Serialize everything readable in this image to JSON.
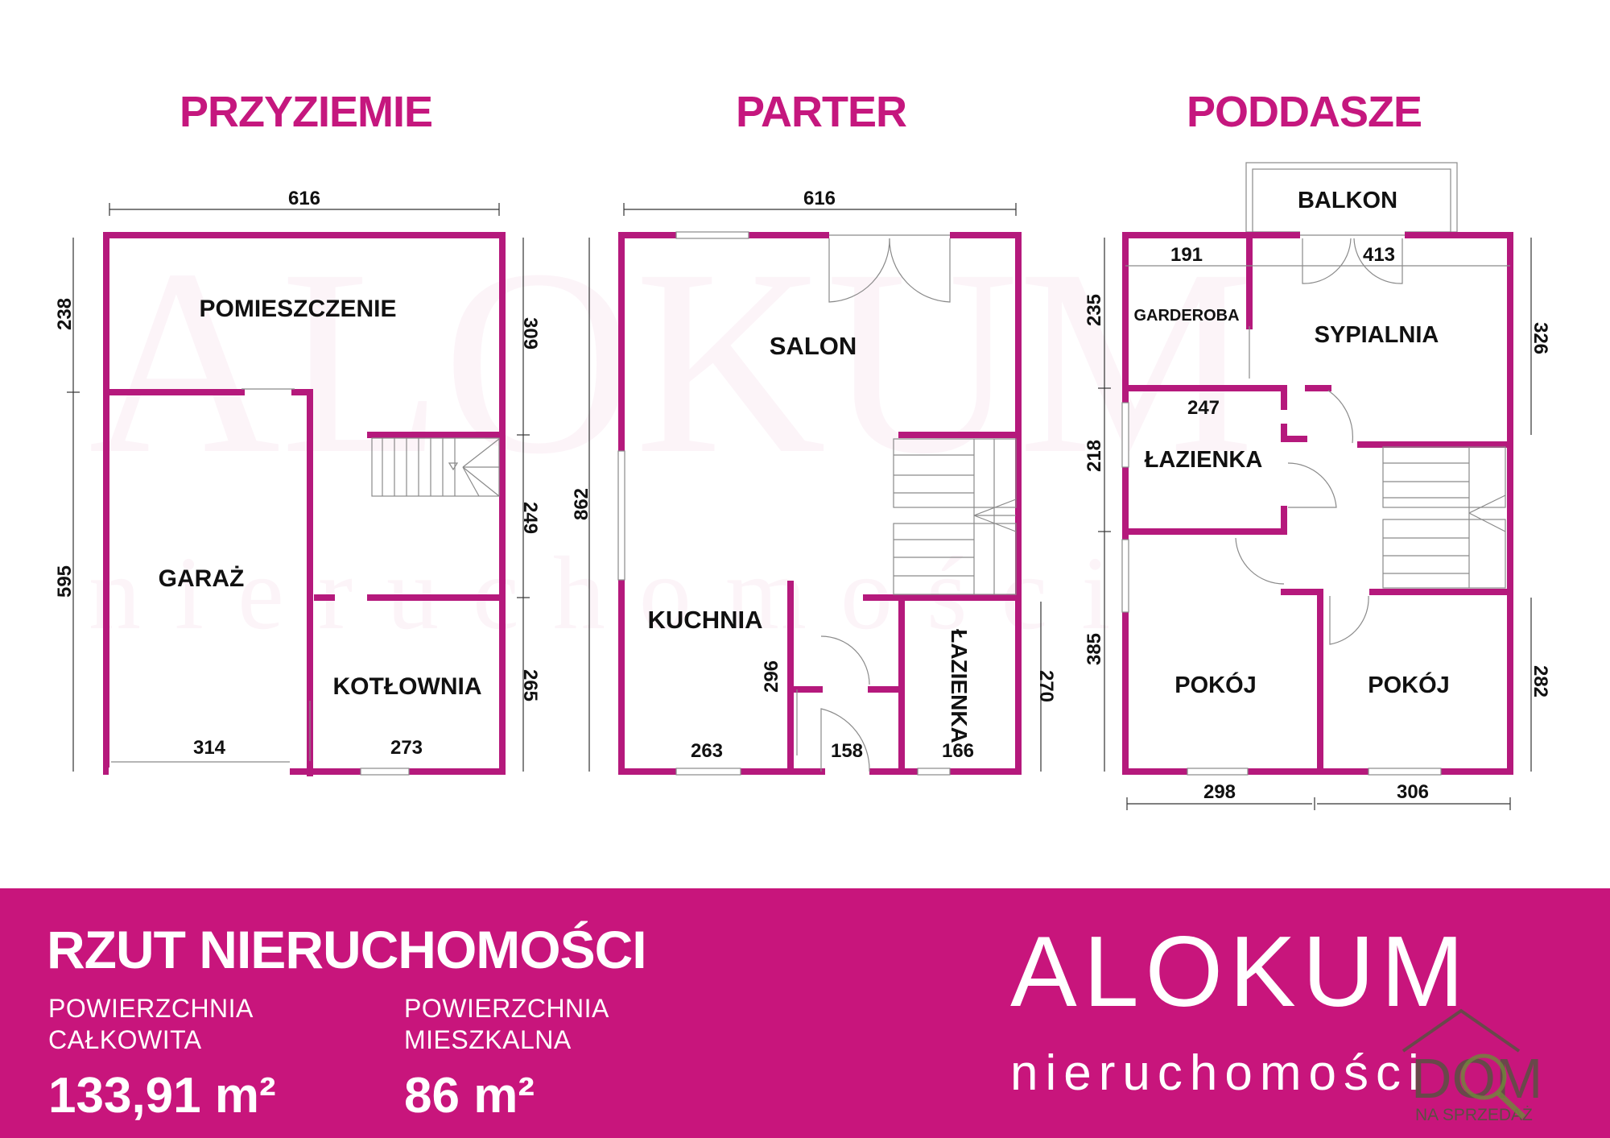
{
  "floors": [
    {
      "title": "PRZYZIEMIE",
      "rooms": [
        "POMIESZCZENIE",
        "GARAŻ",
        "KOTŁOWNIA"
      ],
      "dimensions": [
        "616",
        "238",
        "595",
        "309",
        "249",
        "265",
        "314",
        "273"
      ]
    },
    {
      "title": "PARTER",
      "rooms": [
        "SALON",
        "KUCHNIA",
        "ŁAZIENKA"
      ],
      "dimensions": [
        "616",
        "862",
        "296",
        "270",
        "263",
        "158",
        "166"
      ]
    },
    {
      "title": "PODDASZE",
      "rooms": [
        "BALKON",
        "GARDEROBA",
        "SYPIALNIA",
        "ŁAZIENKA",
        "POKÓJ",
        "POKÓJ"
      ],
      "dimensions": [
        "191",
        "413",
        "235",
        "326",
        "247",
        "218",
        "385",
        "282",
        "298",
        "306"
      ]
    }
  ],
  "watermark": {
    "main": "ALOKUM",
    "sub": "nieruchomości"
  },
  "footer": {
    "heading": "RZUT NIERUCHOMOŚCI",
    "total_label": "POWIERZCHNIA\nCAŁKOWITA",
    "total_value": "133,91 m²",
    "living_label": "POWIERZCHNIA\nMIESZKALNA",
    "living_value": "86 m²"
  },
  "brand": {
    "name": "ALOKUM",
    "sub": "nieruchomości",
    "badge_main": "DOM",
    "badge_sub": "NA SPRZEDAŻ"
  },
  "colors": {
    "accent": "#c5177e",
    "footer_bg": "#c8157c",
    "walls": "#b5197c"
  }
}
